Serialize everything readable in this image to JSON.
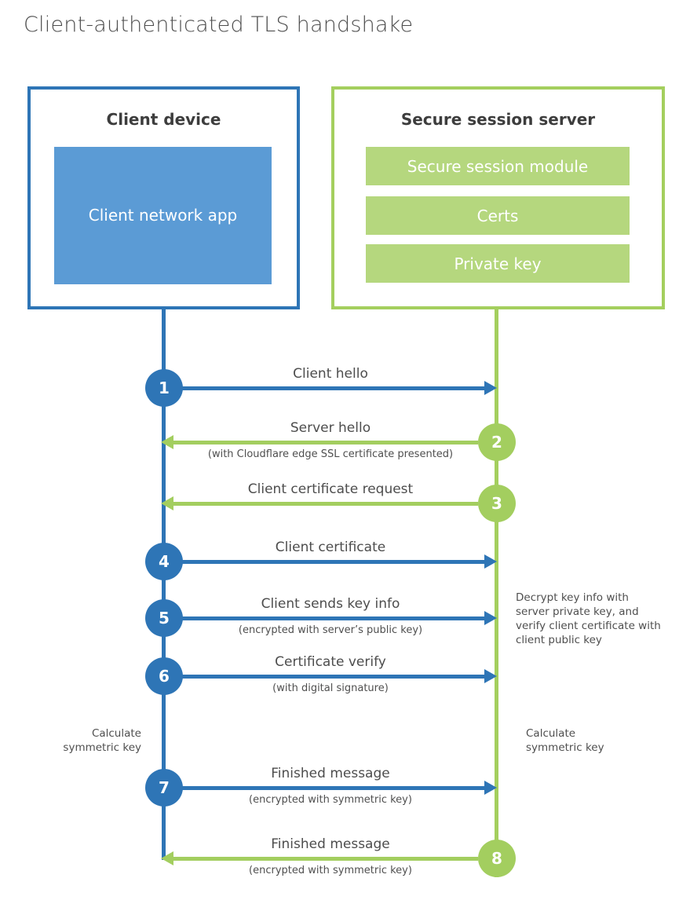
{
  "title": "Client-authenticated TLS handshake",
  "colors": {
    "blue_line": "#2e75b6",
    "blue_fill": "#5b9bd5",
    "green_line": "#a3ce5f",
    "green_fill": "#b5d77e",
    "heading_text": "#3d3d3d",
    "body_text": "#4d4d4d"
  },
  "client": {
    "title": "Client device",
    "app_label": "Client network app"
  },
  "server": {
    "title": "Secure session server",
    "modules": [
      "Secure session module",
      "Certs",
      "Private key"
    ]
  },
  "steps": [
    {
      "num": "1",
      "label": "Client hello",
      "sub": "",
      "direction": "right",
      "color": "blue"
    },
    {
      "num": "2",
      "label": "Server hello",
      "sub": "(with Cloudflare edge SSL certificate presented)",
      "direction": "left",
      "color": "green"
    },
    {
      "num": "3",
      "label": "Client certificate request",
      "sub": "",
      "direction": "left",
      "color": "green"
    },
    {
      "num": "4",
      "label": "Client certificate",
      "sub": "",
      "direction": "right",
      "color": "blue"
    },
    {
      "num": "5",
      "label": "Client sends key info",
      "sub": "(encrypted with server’s public key)",
      "direction": "right",
      "color": "blue"
    },
    {
      "num": "6",
      "label": "Certificate verify",
      "sub": "(with digital signature)",
      "direction": "right",
      "color": "blue"
    },
    {
      "num": "7",
      "label": "Finished message",
      "sub": "(encrypted with symmetric key)",
      "direction": "right",
      "color": "blue"
    },
    {
      "num": "8",
      "label": "Finished message",
      "sub": "(encrypted with symmetric key)",
      "direction": "left",
      "color": "green"
    }
  ],
  "annotations": {
    "decrypt_note": "Decrypt key info with server private key, and verify client certificate with client public key",
    "calc_left": "Calculate symmetric key",
    "calc_right": "Calculate symmetric key"
  }
}
